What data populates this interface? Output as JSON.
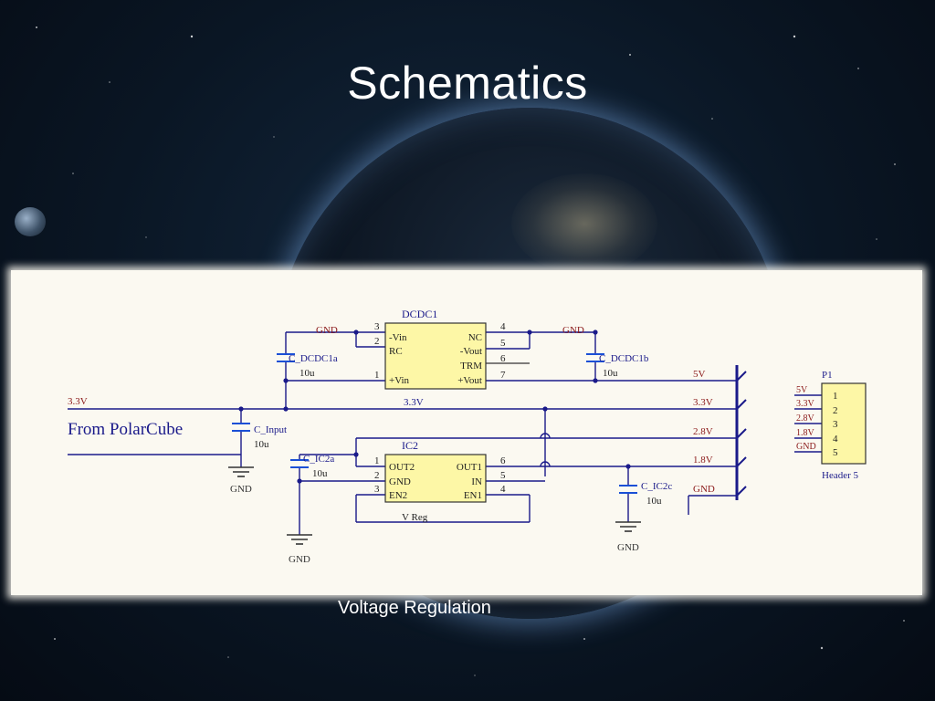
{
  "slide": {
    "title": "Schematics",
    "caption": "Voltage Regulation"
  },
  "schematic": {
    "source_label": "From PolarCube",
    "input_net": "3.3V",
    "dcdc": {
      "ref": "DCDC1",
      "left_pins": [
        {
          "num": "3",
          "name": "-Vin"
        },
        {
          "num": "2",
          "name": "RC"
        },
        {
          "num": "1",
          "name": "+Vin"
        }
      ],
      "right_pins": [
        {
          "num": "4",
          "name": "NC"
        },
        {
          "num": "5",
          "name": "-Vout"
        },
        {
          "num": "6",
          "name": "TRM"
        },
        {
          "num": "7",
          "name": "+Vout"
        }
      ],
      "net_below": "3.3V"
    },
    "ic2": {
      "ref": "IC2",
      "left_pins": [
        {
          "num": "1",
          "name": "OUT2"
        },
        {
          "num": "2",
          "name": "GND"
        },
        {
          "num": "3",
          "name": "EN2"
        }
      ],
      "right_pins": [
        {
          "num": "6",
          "name": "OUT1"
        },
        {
          "num": "5",
          "name": "IN"
        },
        {
          "num": "4",
          "name": "EN1"
        }
      ],
      "label": "V Reg"
    },
    "capacitors": {
      "c_input": {
        "ref": "C_Input",
        "value": "10u"
      },
      "c_dcdc1a": {
        "ref": "C_DCDC1a",
        "value": "10u"
      },
      "c_dcdc1b": {
        "ref": "C_DCDC1b",
        "value": "10u"
      },
      "c_ic2a": {
        "ref": "C_IC2a",
        "value": "10u"
      },
      "c_ic2c": {
        "ref": "C_IC2c",
        "value": "10u"
      }
    },
    "gnd_label": "GND",
    "rails": [
      "5V",
      "3.3V",
      "2.8V",
      "1.8V",
      "GND"
    ],
    "header": {
      "ref": "P1",
      "name": "Header 5",
      "pins": [
        {
          "num": "1",
          "net": "5V"
        },
        {
          "num": "2",
          "net": "3.3V"
        },
        {
          "num": "3",
          "net": "2.8V"
        },
        {
          "num": "4",
          "net": "1.8V"
        },
        {
          "num": "5",
          "net": "GND"
        }
      ]
    },
    "colors": {
      "wire": "#1a1a8a",
      "net_label": "#8b1a1a",
      "ref_text": "#1a1a8a",
      "component_fill": "#fdf7a6",
      "capacitor": "#1a4fd6",
      "pin": "#333333"
    }
  }
}
